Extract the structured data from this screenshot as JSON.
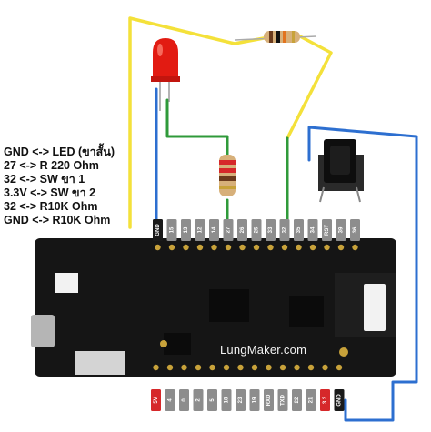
{
  "notes": [
    "GND <-> LED (ขาสั้น)",
    "27 <-> R 220 Ohm",
    "32 <-> SW ขา 1",
    "3.3V <-> SW ขา 2",
    "32 <-> R10K Ohm",
    "GND <-> R10K Ohm"
  ],
  "brand": "LungMaker.com",
  "top_pins": [
    "GND",
    "15",
    "13",
    "12",
    "14",
    "27",
    "26",
    "25",
    "33",
    "32",
    "35",
    "34",
    "RST",
    "39",
    "36"
  ],
  "bottom_pins": [
    "5V",
    "4",
    "0",
    "2",
    "5",
    "18",
    "23",
    "19",
    "RXD",
    "TXD",
    "22",
    "21",
    "3.3",
    "GND"
  ],
  "colors": {
    "wire_yellow": "#f4e13a",
    "wire_green": "#2f9a3a",
    "wire_blue": "#2d6fd0",
    "board": "#151515",
    "pin_header": "#8d8d8d",
    "pin_gnd": "#1a1a1a",
    "pin_power": "#d6282a",
    "led": "#e21b12",
    "antenna_white": "#f2f2f2"
  }
}
